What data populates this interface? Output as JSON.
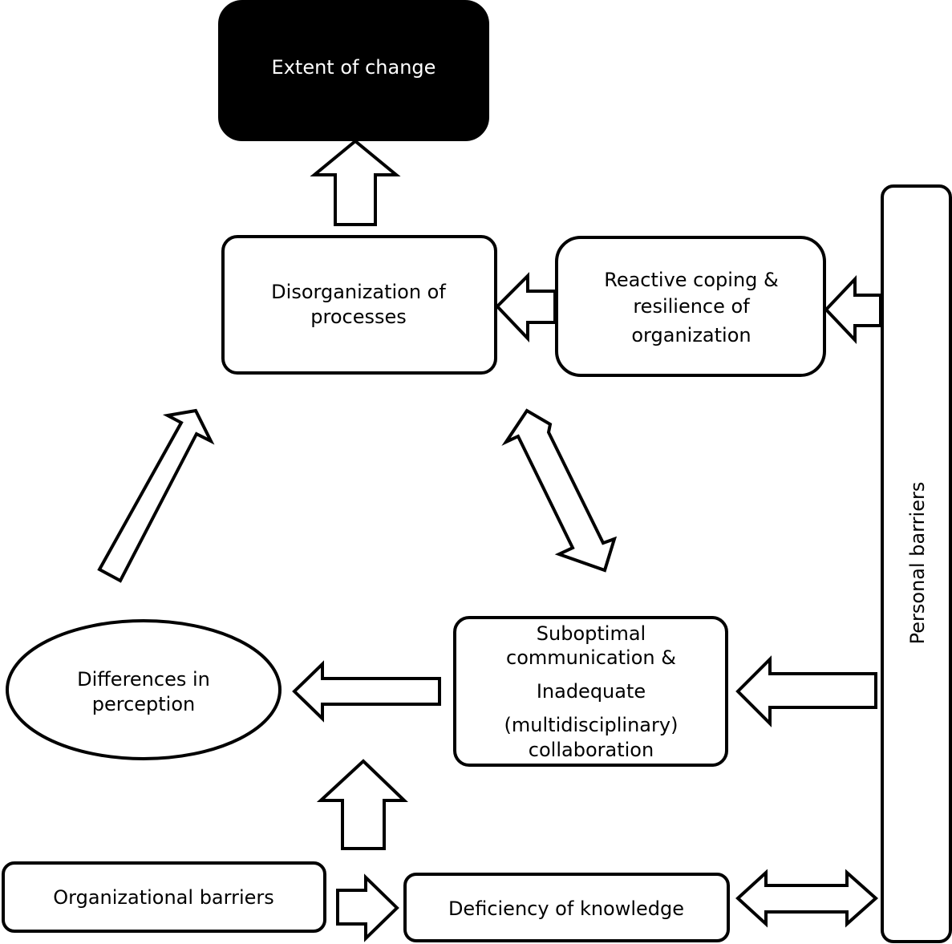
{
  "nodes": {
    "extent_of_change": {
      "lines": [
        "Extent of change"
      ]
    },
    "disorganization": {
      "lines": [
        "Disorganization of",
        "processes"
      ]
    },
    "reactive_coping": {
      "lines": [
        "Reactive coping &",
        "resilience of",
        "organization"
      ]
    },
    "personal_barriers": {
      "lines": [
        "Personal  barriers"
      ]
    },
    "differences_perception": {
      "lines": [
        "Differences in",
        "perception"
      ]
    },
    "suboptimal_communication": {
      "lines": [
        "Suboptimal",
        "communication &",
        "Inadequate",
        "(multidisciplinary)",
        "collaboration"
      ]
    },
    "organizational_barriers": {
      "lines": [
        "Organizational barriers"
      ]
    },
    "deficiency_knowledge": {
      "lines": [
        "Deficiency of knowledge"
      ]
    }
  },
  "colors": {
    "dark_box_fill": "#000000",
    "line": "#000000",
    "background": "#ffffff"
  }
}
